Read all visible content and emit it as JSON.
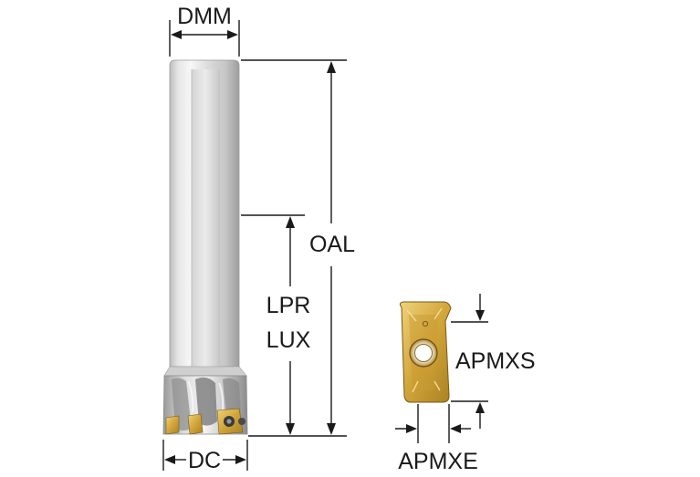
{
  "labels": {
    "dmm": "DMM",
    "oal": "OAL",
    "lpr": "LPR",
    "lux": "LUX",
    "dc": "DC",
    "apmxs": "APMXS",
    "apmxe": "APMXE"
  },
  "colors": {
    "shank_light": "#f4f4f4",
    "shank_mid": "#d9d9d9",
    "shank_dark": "#a9a9a9",
    "insert_gold": "#d4aa3c",
    "insert_dark": "#8a6a1a",
    "line": "#1a1a1a"
  }
}
